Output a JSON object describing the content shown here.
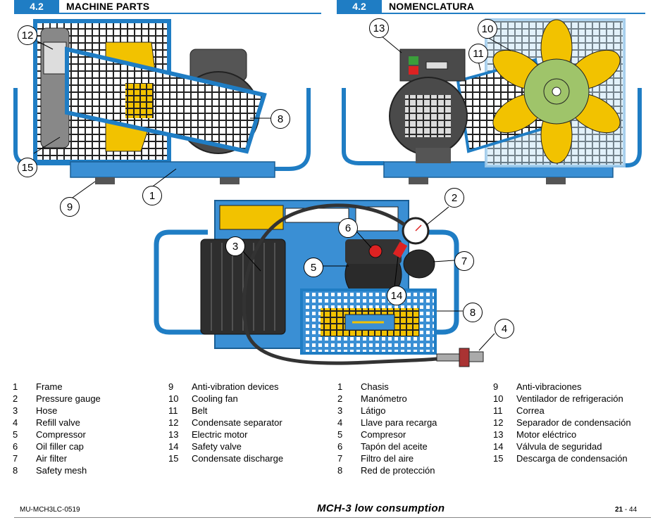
{
  "sections": [
    {
      "number": "4.2",
      "title": "MACHINE PARTS"
    },
    {
      "number": "4.2",
      "title": "NOMENCLATURA"
    }
  ],
  "callouts": [
    "1",
    "2",
    "3",
    "4",
    "5",
    "6",
    "7",
    "8",
    "9",
    "10",
    "11",
    "12",
    "13",
    "14",
    "15"
  ],
  "legend_en_a": [
    {
      "n": "1",
      "label": "Frame"
    },
    {
      "n": "2",
      "label": "Pressure gauge"
    },
    {
      "n": "3",
      "label": "Hose"
    },
    {
      "n": "4",
      "label": "Refill valve"
    },
    {
      "n": "5",
      "label": "Compressor"
    },
    {
      "n": "6",
      "label": "Oil filler cap"
    },
    {
      "n": "7",
      "label": "Air filter"
    },
    {
      "n": "8",
      "label": "Safety mesh"
    }
  ],
  "legend_en_b": [
    {
      "n": "9",
      "label": "Anti-vibration devices"
    },
    {
      "n": "10",
      "label": "Cooling fan"
    },
    {
      "n": "11",
      "label": "Belt"
    },
    {
      "n": "12",
      "label": "Condensate separator"
    },
    {
      "n": "13",
      "label": "Electric motor"
    },
    {
      "n": "14",
      "label": "Safety valve"
    },
    {
      "n": "15",
      "label": "Condensate discharge"
    }
  ],
  "legend_es_a": [
    {
      "n": "1",
      "label": "Chasis"
    },
    {
      "n": "2",
      "label": "Manómetro"
    },
    {
      "n": "3",
      "label": "Látigo"
    },
    {
      "n": "4",
      "label": "Llave para recarga"
    },
    {
      "n": "5",
      "label": "Compresor"
    },
    {
      "n": "6",
      "label": "Tapón del aceite"
    },
    {
      "n": "7",
      "label": "Filtro del aire"
    },
    {
      "n": "8",
      "label": "Red de protección"
    }
  ],
  "legend_es_b": [
    {
      "n": "9",
      "label": "Anti-vibraciones"
    },
    {
      "n": "10",
      "label": "Ventilador de refrigeración"
    },
    {
      "n": "11",
      "label": "Correa"
    },
    {
      "n": "12",
      "label": "Separador de condensación"
    },
    {
      "n": "13",
      "label": "Motor eléctrico"
    },
    {
      "n": "14",
      "label": "Válvula de seguridad"
    },
    {
      "n": "15",
      "label": "Descarga de condensación"
    }
  ],
  "footer": {
    "code": "MU-MCH3LC-0519",
    "model": "MCH-3 low consumption",
    "page_current": "21",
    "page_sep": " - ",
    "page_total": "44"
  },
  "colors": {
    "accent": "#1f7dc4",
    "frame": "#3a8fd4",
    "yellow": "#f2c200",
    "dark": "#2a2a2a",
    "green": "#8fbf4a"
  }
}
